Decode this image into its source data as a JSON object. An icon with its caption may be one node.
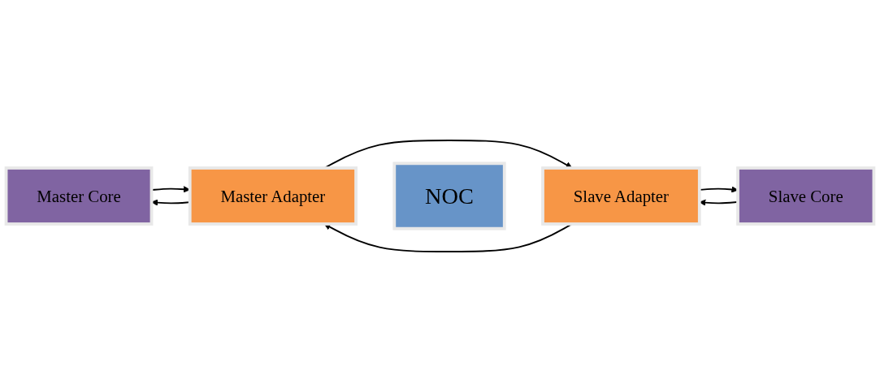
{
  "diagram": {
    "nodes": [
      {
        "text": [
          "Master Core"
        ]
      },
      {
        "text": [
          "Master Adapter"
        ]
      },
      {
        "text": [
          "NOC"
        ]
      },
      {
        "text": [
          "Slave Adapter"
        ]
      },
      {
        "text": [
          "Slave Core"
        ]
      }
    ],
    "edges": [
      {
        "from": 0,
        "to": 1,
        "arrow": "to"
      },
      {
        "from": 1,
        "to": 0,
        "arrow": "to"
      },
      {
        "from": 1,
        "to": 3,
        "arrow": "to"
      },
      {
        "from": 3,
        "to": 1,
        "arrow": "to"
      },
      {
        "from": 3,
        "to": 4,
        "arrow": "to"
      },
      {
        "from": 4,
        "to": 3,
        "arrow": "to"
      }
    ]
  }
}
